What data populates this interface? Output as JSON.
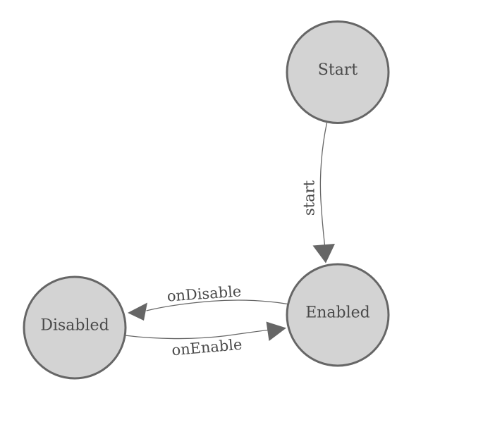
{
  "diagram": {
    "type": "state-machine",
    "nodes": [
      {
        "id": "Start",
        "label": "Start"
      },
      {
        "id": "Enabled",
        "label": "Enabled"
      },
      {
        "id": "Disabled",
        "label": "Disabled"
      }
    ],
    "edges": [
      {
        "from": "Start",
        "to": "Enabled",
        "label": "start"
      },
      {
        "from": "Enabled",
        "to": "Disabled",
        "label": "onDisable"
      },
      {
        "from": "Disabled",
        "to": "Enabled",
        "label": "onEnable"
      }
    ]
  },
  "colors": {
    "background": "#ffffff",
    "node_fill": "#d3d3d3",
    "node_stroke": "#666666",
    "edge_stroke": "#666666",
    "arrow_fill": "#666666",
    "label_color": "#4a4a4a"
  }
}
